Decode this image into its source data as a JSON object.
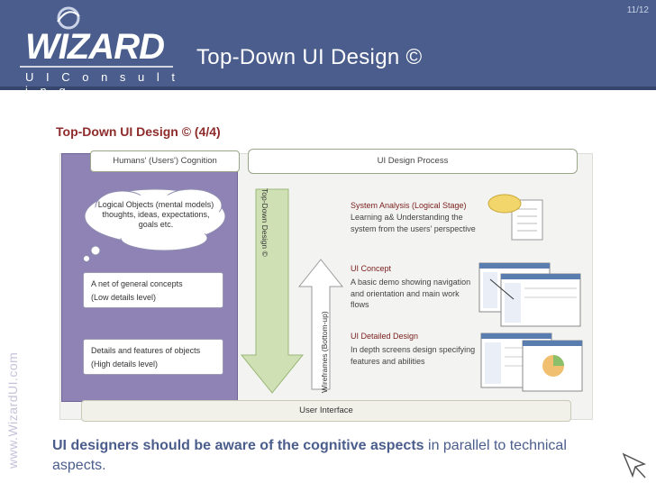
{
  "slide": {
    "number": "11/12",
    "title": "Top-Down UI Design ©",
    "subtitle": "Top-Down UI Design © (4/4)",
    "watermark": "www.WizardUI.com"
  },
  "logo": {
    "word": "WIZARD",
    "tagline": "U I  C o n s u l t i n g"
  },
  "diagram": {
    "humans_header": "Humans' (Users') Cognition",
    "process_header": "UI Design Process",
    "cloud_text": "Logical Objects (mental models) thoughts, ideas, expectations, goals etc.",
    "general_concepts": [
      "A net of general concepts",
      "(Low details level)"
    ],
    "details_features": [
      "Details and features of objects",
      "(High details level)"
    ],
    "top_down_label": "Top-Down Design ©",
    "bottom_up_label": "Wireframes (Bottom-up)",
    "stages": [
      {
        "title": "System Analysis (Logical Stage)",
        "text": "Learning a& Understanding the system from the users' perspective"
      },
      {
        "title": "UI Concept",
        "text": "A basic demo showing navigation and orientation and main work flows"
      },
      {
        "title": "UI Detailed Design",
        "text": "In depth screens design specifying features and abilities"
      }
    ],
    "user_interface": "User Interface"
  },
  "bottom": {
    "bold": "UI designers should be aware of the cognitive aspects",
    "rest": " in parallel to technical aspects."
  },
  "colors": {
    "header": "#4a5d8c",
    "accent_red": "#8e2b2b",
    "purple_panel": "#8f83b5",
    "arrow_green": "#cfe0b4"
  }
}
